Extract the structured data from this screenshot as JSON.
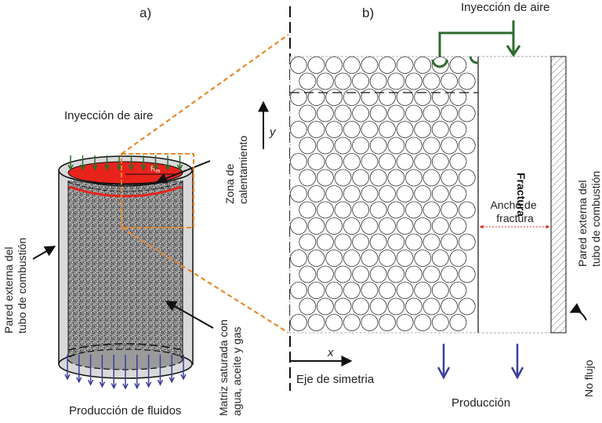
{
  "panel_a": {
    "label": "a)",
    "air_injection": "Inyección de aire",
    "heating_zone_line1": "Zona de",
    "heating_zone_line2": "calentamiento",
    "radius_label": "R",
    "radius_sub": "m",
    "outer_wall_line1": "Pared externa del",
    "outer_wall_line2": "tubo de combustión",
    "matrix_line1": "Matriz saturada con",
    "matrix_line2": "agua, aceite y gas",
    "fluid_production": "Producción de fluidos"
  },
  "panel_b": {
    "label": "b)",
    "air_injection": "Inyección de aire",
    "y_axis": "y",
    "x_axis": "x",
    "symmetry_axis": "Eje de simetria",
    "fracture": "Fractura",
    "fracture_width_line1": "Ancho de",
    "fracture_width_line2": "fractura",
    "outer_wall_line1": "Pared externa del",
    "outer_wall_line2": "tubo de combustión",
    "no_flow": "No flujo",
    "production": "Producción"
  },
  "colors": {
    "heating_red": "#e8231c",
    "injection_green": "#2e6b2e",
    "production_blue": "#3a3f9a",
    "zoom_orange": "#e58a2a",
    "fracture_width_red": "#d9342b",
    "wall_grey": "#d9d9d9",
    "matrix_grey": "#7a7a7a"
  }
}
